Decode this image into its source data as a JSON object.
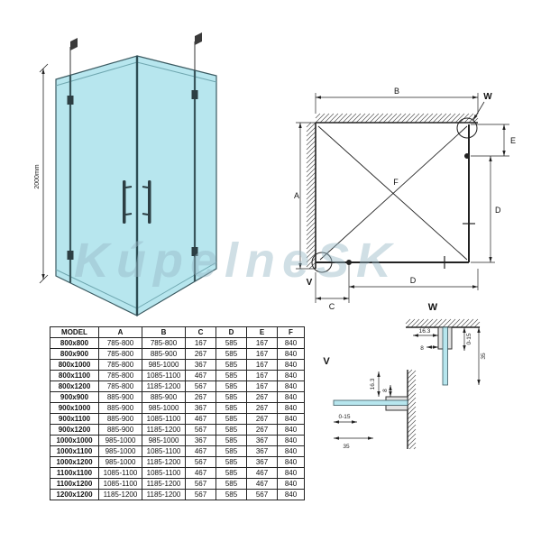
{
  "watermark": "KúpelneSK",
  "perspective": {
    "height_label": "2000mm"
  },
  "plan": {
    "label_a": "A",
    "label_b": "B",
    "label_c": "C",
    "label_d": "D",
    "label_e": "E",
    "label_f": "F",
    "label_w": "W",
    "label_v": "V"
  },
  "detail_w": {
    "title": "W",
    "dim_163": "16.3",
    "dim_8": "8",
    "dim_015": "0-15",
    "dim_35": "35"
  },
  "detail_v": {
    "title": "V",
    "dim_163": "16.3",
    "dim_8": "8",
    "dim_015": "0-15",
    "dim_35": "35"
  },
  "table": {
    "headers": [
      "MODEL",
      "A",
      "B",
      "C",
      "D",
      "E",
      "F"
    ],
    "rows": [
      [
        "800x800",
        "785-800",
        "785-800",
        "167",
        "585",
        "167",
        "840"
      ],
      [
        "800x900",
        "785-800",
        "885-900",
        "267",
        "585",
        "167",
        "840"
      ],
      [
        "800x1000",
        "785-800",
        "985-1000",
        "367",
        "585",
        "167",
        "840"
      ],
      [
        "800x1100",
        "785-800",
        "1085-1100",
        "467",
        "585",
        "167",
        "840"
      ],
      [
        "800x1200",
        "785-800",
        "1185-1200",
        "567",
        "585",
        "167",
        "840"
      ],
      [
        "900x900",
        "885-900",
        "885-900",
        "267",
        "585",
        "267",
        "840"
      ],
      [
        "900x1000",
        "885-900",
        "985-1000",
        "367",
        "585",
        "267",
        "840"
      ],
      [
        "900x1100",
        "885-900",
        "1085-1100",
        "467",
        "585",
        "267",
        "840"
      ],
      [
        "900x1200",
        "885-900",
        "1185-1200",
        "567",
        "585",
        "267",
        "840"
      ],
      [
        "1000x1000",
        "985-1000",
        "985-1000",
        "367",
        "585",
        "367",
        "840"
      ],
      [
        "1000x1100",
        "985-1000",
        "1085-1100",
        "467",
        "585",
        "367",
        "840"
      ],
      [
        "1000x1200",
        "985-1000",
        "1185-1200",
        "567",
        "585",
        "367",
        "840"
      ],
      [
        "1100x1100",
        "1085-1100",
        "1085-1100",
        "467",
        "585",
        "467",
        "840"
      ],
      [
        "1100x1200",
        "1085-1100",
        "1185-1200",
        "567",
        "585",
        "467",
        "840"
      ],
      [
        "1200x1200",
        "1185-1200",
        "1185-1200",
        "567",
        "585",
        "567",
        "840"
      ]
    ]
  },
  "colors": {
    "glass": "#b7e6ee",
    "line": "#222222",
    "watermark": "#9bb9c6"
  }
}
